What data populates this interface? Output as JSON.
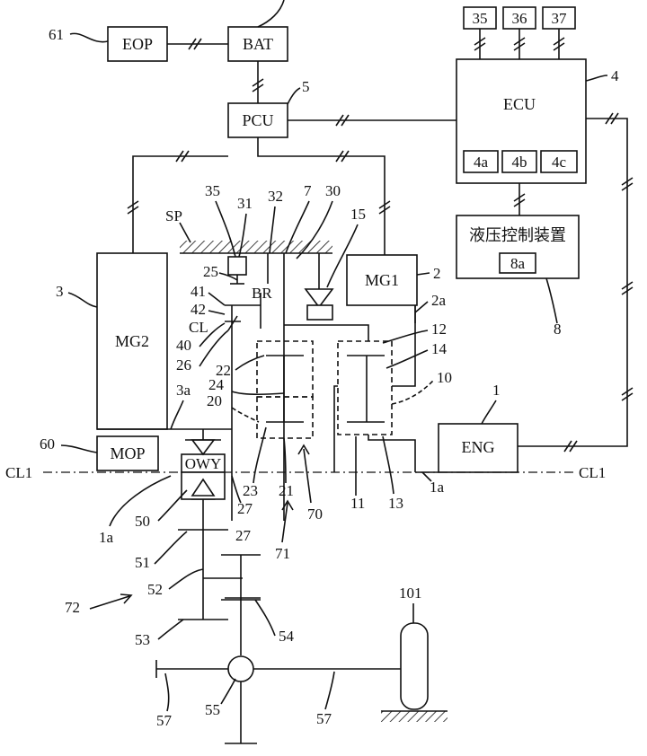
{
  "blocks": {
    "eop": "EOP",
    "bat": "BAT",
    "pcu": "PCU",
    "ecu": "ECU",
    "ecu_4a": "4a",
    "ecu_4b": "4b",
    "ecu_4c": "4c",
    "sensor_35": "35",
    "sensor_36": "36",
    "sensor_37": "37",
    "hydraulic": "液压控制装置",
    "hydraulic_8a": "8a",
    "mg1": "MG1",
    "mg2": "MG2",
    "mop": "MOP",
    "eng": "ENG",
    "owy": "OWY"
  },
  "labels": {
    "l61": "61",
    "l5": "5",
    "l4": "4",
    "l3": "3",
    "l2": "2",
    "l2a": "2a",
    "l1": "1",
    "l1a_left": "1a",
    "l1a_right": "1a",
    "l3a": "3a",
    "l60": "60",
    "l8": "8",
    "l10": "10",
    "l11": "11",
    "l12": "12",
    "l13": "13",
    "l14": "14",
    "l15": "15",
    "l20": "20",
    "l21": "21",
    "l22": "22",
    "l23": "23",
    "l24": "24",
    "l25": "25",
    "l26": "26",
    "l27_upper": "27",
    "l27_lower": "27",
    "l30": "30",
    "l31": "31",
    "l32": "32",
    "l35_brake": "35",
    "l7": "7",
    "l40": "40",
    "l41": "41",
    "l42": "42",
    "l50": "50",
    "l51": "51",
    "l52": "52",
    "l53": "53",
    "l54": "54",
    "l55": "55",
    "l57_left": "57",
    "l57_right": "57",
    "l70": "70",
    "l71": "71",
    "l72": "72",
    "l101": "101",
    "sp": "SP",
    "br": "BR",
    "cl": "CL",
    "cl1_left": "CL1",
    "cl1_right": "CL1"
  }
}
